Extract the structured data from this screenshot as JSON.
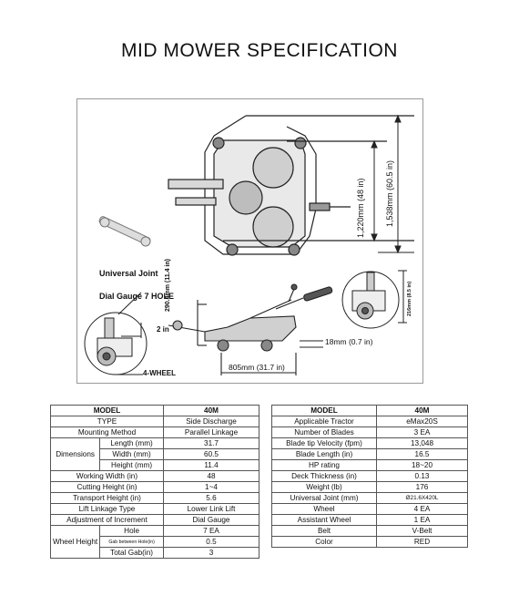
{
  "title": "MID MOWER SPECIFICATION",
  "figure": {
    "universal_joint": "Universal Joint",
    "dial_gauge": "Dial Gauge 7 HOLE",
    "wheel_note": "4-WHEEL",
    "dim_2in": "2 in",
    "dim_height": "290.4mm (11.4 in)",
    "dim_length": "805mm (31.7 in)",
    "dim_gap": "18mm (0.7 in)",
    "dim_blade": "216mm (8.5 in)",
    "dim_1220": "1,220mm (48 in)",
    "dim_1538": "1,538mm (60.5 in)"
  },
  "table1": {
    "header": [
      "MODEL",
      "40M"
    ],
    "type": [
      "TYPE",
      "Side Discharge"
    ],
    "mounting": [
      "Mounting Method",
      "Parallel Linkage"
    ],
    "dimensions_label": "Dimensions",
    "length": [
      "Length (mm)",
      "31.7"
    ],
    "width": [
      "Width (mm)",
      "60.5"
    ],
    "height": [
      "Height (mm)",
      "11.4"
    ],
    "working_width": [
      "Working Width (in)",
      "48"
    ],
    "cutting_height": [
      "Cutting Height (in)",
      "1~4"
    ],
    "transport_height": [
      "Transport Height (in)",
      "5.6"
    ],
    "lift_linkage": [
      "Lift Linkage Type",
      "Lower Link Lift"
    ],
    "adjustment": [
      "Adjustment of Increment",
      "Dial Gauge"
    ],
    "wheel_height_label": "Wheel Height",
    "hole": [
      "Hole",
      "7 EA"
    ],
    "gab_between": [
      "Gab between Hole(in)",
      "0.5"
    ],
    "total_gab": [
      "Total Gab(in)",
      "3"
    ]
  },
  "table2": {
    "header": [
      "MODEL",
      "40M"
    ],
    "rows": [
      [
        "Applicable Tractor",
        "eMax20S"
      ],
      [
        "Number of Blades",
        "3 EA"
      ],
      [
        "Blade tip Velocity (fpm)",
        "13,048"
      ],
      [
        "Blade Length (in)",
        "16.5"
      ],
      [
        "HP rating",
        "18~20"
      ],
      [
        "Deck Thickness (in)",
        "0.13"
      ],
      [
        "Weight (lb)",
        "176"
      ],
      [
        "Universal Joint (mm)",
        "Ø21.6X420L"
      ],
      [
        "Wheel",
        "4 EA"
      ],
      [
        "Assistant Wheel",
        "1 EA"
      ],
      [
        "Belt",
        "V-Belt"
      ],
      [
        "Color",
        "RED"
      ]
    ]
  }
}
